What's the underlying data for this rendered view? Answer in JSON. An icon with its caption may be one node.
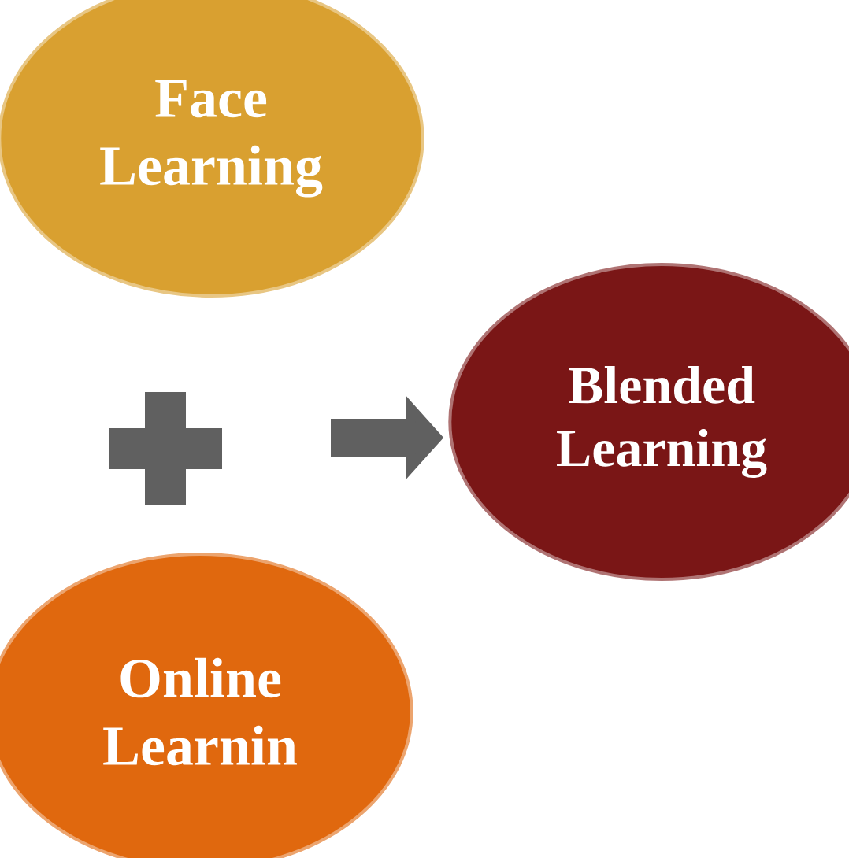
{
  "diagram": {
    "nodes": [
      {
        "text": [
          "Face Learning"
        ]
      },
      {
        "text": [
          "Online Learnin"
        ]
      },
      {
        "text": [
          "Blended Learning"
        ]
      }
    ],
    "edges": [
      {
        "from": null,
        "to": 2,
        "arrow": "to"
      }
    ]
  }
}
